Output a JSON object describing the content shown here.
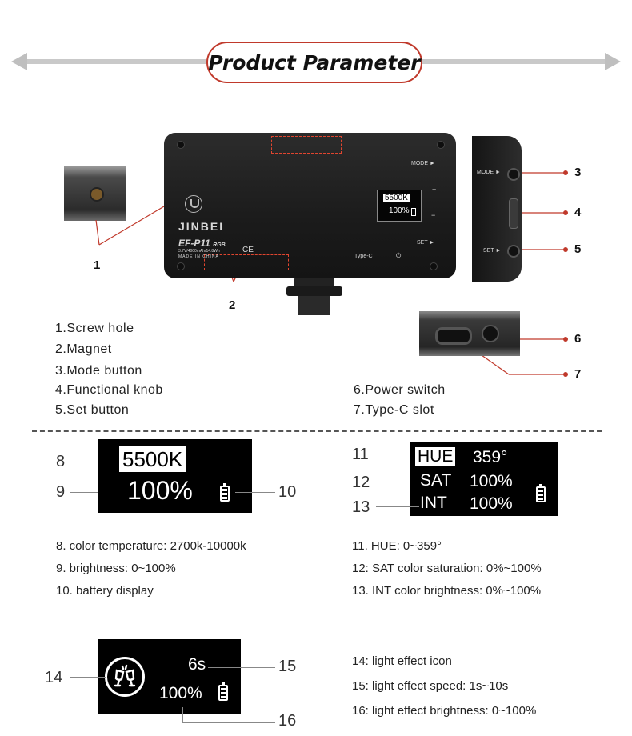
{
  "title": "Product Parameter",
  "device": {
    "brand": "JINBEI",
    "model": "EF-P11",
    "model_suffix": "RGB",
    "spec": "3.7V/4000mAh/14.8Wh",
    "made_in": "MADE IN CHINA",
    "ce_mark": "CE",
    "mode_label": "MODE ►",
    "set_label": "SET ►",
    "typec_label": "Type-C",
    "power_label": "⏻",
    "plus": "+",
    "minus": "−",
    "screen_temp": "5500K",
    "screen_bright": "100%",
    "side_mode": "MODE ►",
    "side_set": "SET ►"
  },
  "callout_numbers": [
    "1",
    "2",
    "3",
    "4",
    "5",
    "6",
    "7"
  ],
  "parts": [
    "1.Screw hole",
    "2.Magnet",
    "3.Mode button",
    "4.Functional knob",
    "5.Set button",
    "6.Power switch",
    "7.Type-C slot"
  ],
  "display1": {
    "numbers": [
      "8",
      "9",
      "10"
    ],
    "temp": "5500K",
    "bright": "100%",
    "notes": [
      "8. color temperature: 2700k-10000k",
      "9. brightness: 0~100%",
      "10. battery display"
    ]
  },
  "display2": {
    "numbers": [
      "11",
      "12",
      "13"
    ],
    "rows": [
      {
        "label": "HUE",
        "value": "359°"
      },
      {
        "label": "SAT",
        "value": "100%"
      },
      {
        "label": "INT",
        "value": "100%"
      }
    ],
    "notes": [
      "11. HUE: 0~359°",
      "12: SAT color saturation: 0%~100%",
      "13. INT color brightness: 0%~100%"
    ]
  },
  "display3": {
    "numbers": [
      "14",
      "15",
      "16"
    ],
    "speed": "6s",
    "bright": "100%",
    "notes": [
      "14: light effect icon",
      "15: light effect speed: 1s~10s",
      "16: light effect brightness: 0~100%"
    ]
  },
  "colors": {
    "accent": "#c0392b",
    "grey": "#c9c9c9"
  }
}
